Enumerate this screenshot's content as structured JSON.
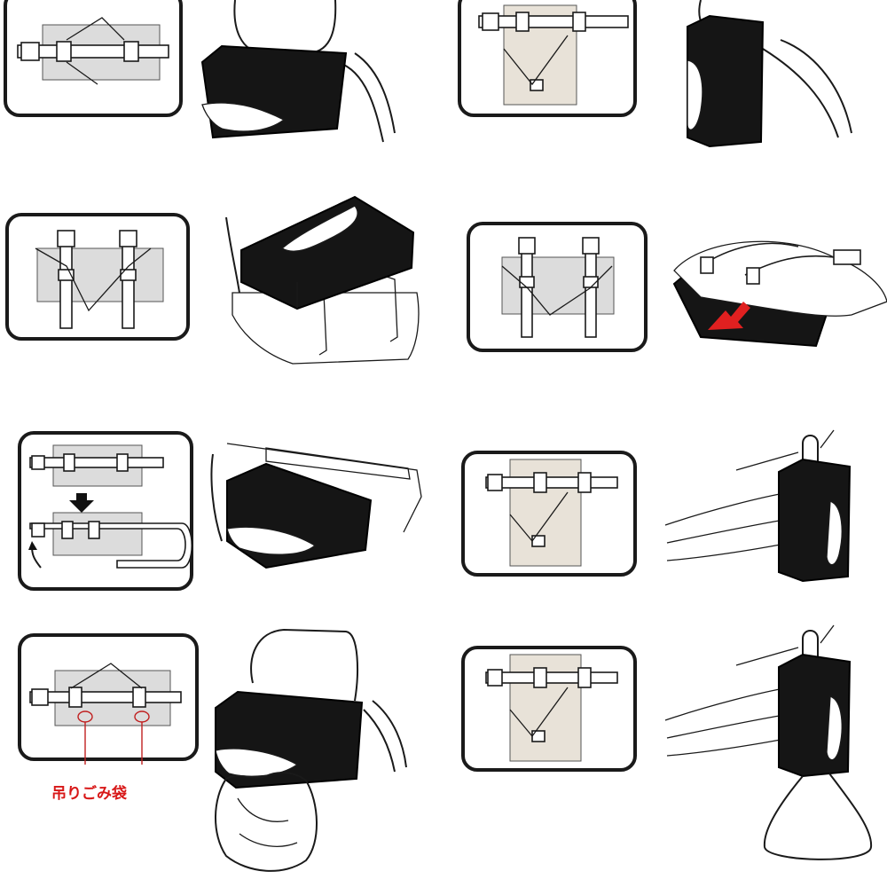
{
  "panels": [
    {
      "id": "headrest-horizontal",
      "pair": 1
    },
    {
      "id": "headrest-vertical",
      "pair": 2
    },
    {
      "id": "seat-box-top",
      "pair": 3
    },
    {
      "id": "seat-box-underside",
      "pair": 4
    },
    {
      "id": "sunvisor-strap",
      "pair": 5
    },
    {
      "id": "hook-vertical",
      "pair": 6
    },
    {
      "id": "hanging-bag",
      "pair": 7
    },
    {
      "id": "hook-with-bag",
      "pair": 8
    }
  ],
  "annotation": {
    "hanging_bag_label": "吊りごみ袋",
    "color": "#d81818"
  },
  "colors": {
    "tissue_box": "#151515",
    "strap_panel": "#dcdcdc",
    "vertical_panel": "#e8e2d8",
    "line": "#1a1a1a",
    "arrow_red": "#e02020"
  }
}
